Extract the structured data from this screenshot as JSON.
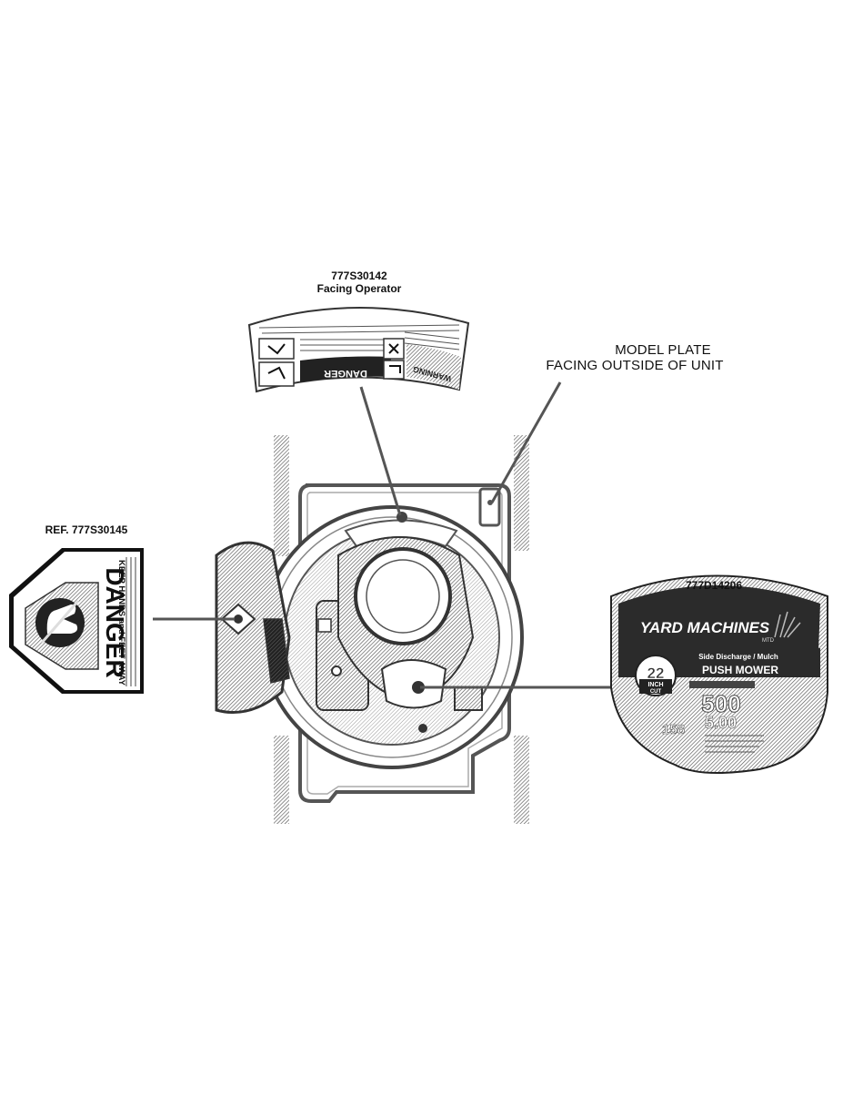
{
  "callouts": {
    "operator_decal": {
      "part": "777S30142",
      "note": "Facing Operator"
    },
    "model_plate": {
      "line1": "MODEL PLATE",
      "line2": "FACING OUTSIDE OF UNIT"
    },
    "danger_decal_ref": "REF. 777S30145",
    "brand_decal_part": "777D14206"
  },
  "danger_decal": {
    "heading": "DANGER",
    "subheading": "KEEP HANDS and FEET AWAY"
  },
  "operator_decal": {
    "danger_heading": "DANGER",
    "warning_heading": "WARNING"
  },
  "brand_decal": {
    "brand": "YARD MACHINES",
    "maker": "MTD",
    "type": "Side Discharge / Mulch",
    "product": "PUSH MOWER",
    "deck_size": "22",
    "deck_unit_1": "INCH",
    "deck_unit_2": "CUT",
    "series": "500",
    "displacement": "158",
    "torque": "5.00"
  }
}
